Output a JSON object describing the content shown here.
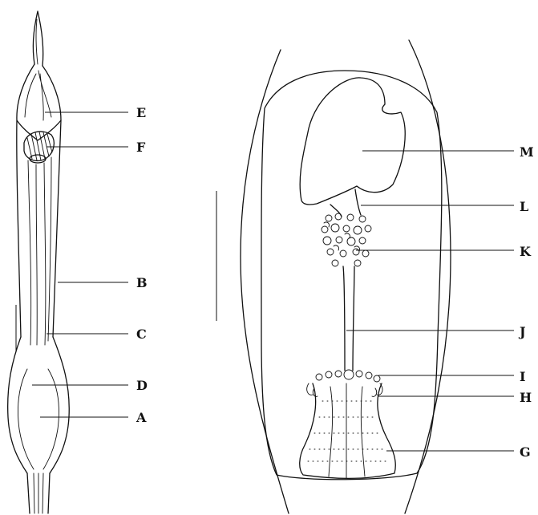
{
  "left_labels": [
    "E",
    "F",
    "B",
    "C",
    "D",
    "A"
  ],
  "right_labels": [
    "M",
    "L",
    "K",
    "J",
    "I",
    "H",
    "G"
  ]
}
